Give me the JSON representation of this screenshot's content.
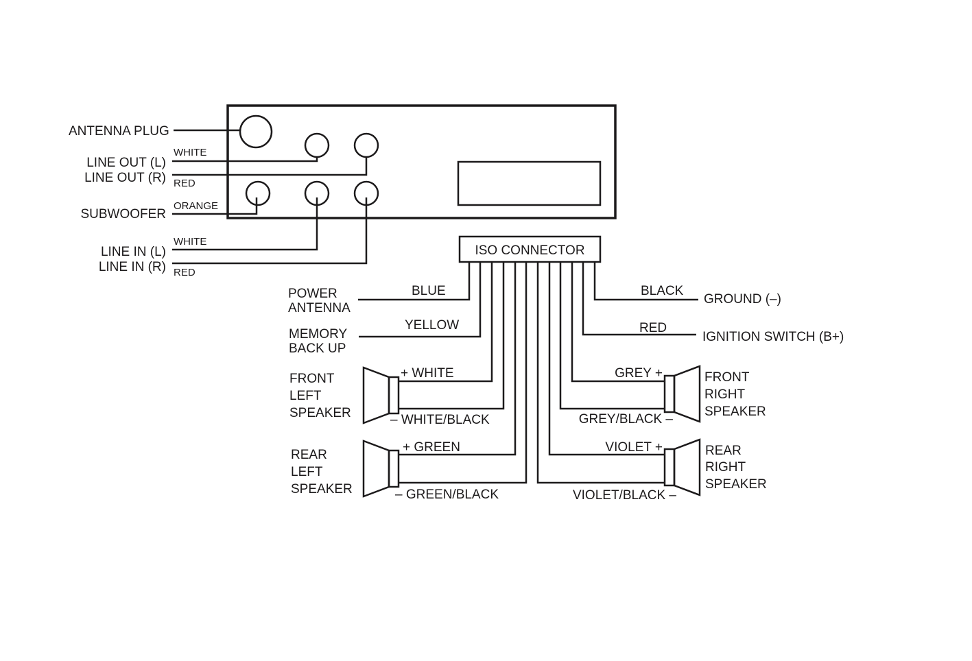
{
  "head_unit": {
    "antenna_plug": "ANTENNA PLUG",
    "line_out_l": "LINE OUT (L)",
    "line_out_r": "LINE OUT (R)",
    "subwoofer": "SUBWOOFER",
    "line_in_l": "LINE IN (L)",
    "line_in_r": "LINE IN (R)",
    "wire_white_1": "WHITE",
    "wire_red_1": "RED",
    "wire_orange": "ORANGE",
    "wire_white_2": "WHITE",
    "wire_red_2": "RED"
  },
  "iso": {
    "title": "ISO CONNECTOR",
    "power_antenna_1": "POWER",
    "power_antenna_2": "ANTENNA",
    "blue": "BLUE",
    "memory_1": "MEMORY",
    "memory_2": "BACK UP",
    "yellow": "YELLOW",
    "black": "BLACK",
    "ground": "GROUND (–)",
    "red": "RED",
    "ignition": "IGNITION SWITCH (B+)"
  },
  "speakers": {
    "front_left": [
      "FRONT",
      "LEFT",
      "SPEAKER"
    ],
    "rear_left": [
      "REAR",
      "LEFT",
      "SPEAKER"
    ],
    "front_right": [
      "FRONT",
      "RIGHT",
      "SPEAKER"
    ],
    "rear_right": [
      "REAR",
      "RIGHT",
      "SPEAKER"
    ],
    "fl_plus": "+ WHITE",
    "fl_minus": "– WHITE/BLACK",
    "rl_plus": "+ GREEN",
    "rl_minus": "– GREEN/BLACK",
    "fr_plus": "GREY +",
    "fr_minus": "GREY/BLACK –",
    "rr_plus": "VIOLET +",
    "rr_minus": "VIOLET/BLACK –"
  }
}
